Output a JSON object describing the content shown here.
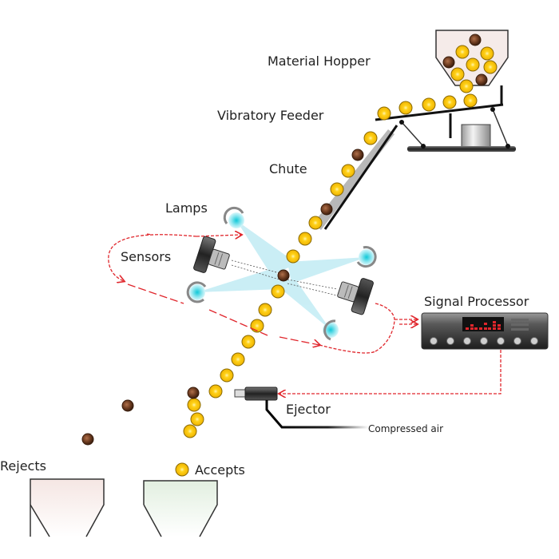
{
  "title": "Optical sorting machine diagram",
  "labels": {
    "hopper": "Material Hopper",
    "feeder": "Vibratory Feeder",
    "chute": "Chute",
    "lamps": "Lamps",
    "sensors": "Sensors",
    "processor": "Signal Processor",
    "ejector": "Ejector",
    "air": "Compressed air",
    "rejects": "Rejects",
    "accepts": "Accepts"
  },
  "colors": {
    "good_particle": "#f2c200",
    "bad_particle": "#6b3a1f",
    "signal_line": "#e0262c",
    "light_beam": "#a8e4f0",
    "reject_bin": "#f5e8e6",
    "accept_bin": "#e6f1e4"
  },
  "particles": {
    "hopper": [
      "bad",
      "good",
      "good",
      "bad",
      "good",
      "good",
      "good",
      "bad",
      "good"
    ],
    "feeder": [
      "good",
      "good",
      "good",
      "good",
      "good"
    ],
    "chute": [
      "good",
      "bad",
      "good",
      "good",
      "bad",
      "good"
    ],
    "stream": [
      "good",
      "good",
      "bad",
      "good",
      "good",
      "good",
      "good",
      "good",
      "good",
      "good"
    ],
    "accepts_path": [
      "good",
      "good",
      "good",
      "good"
    ],
    "rejects_path": [
      "bad",
      "bad",
      "bad"
    ],
    "reject_bin": [
      "bad"
    ],
    "accept_bin": [
      "good"
    ]
  },
  "processor_display": "red LED bar display"
}
